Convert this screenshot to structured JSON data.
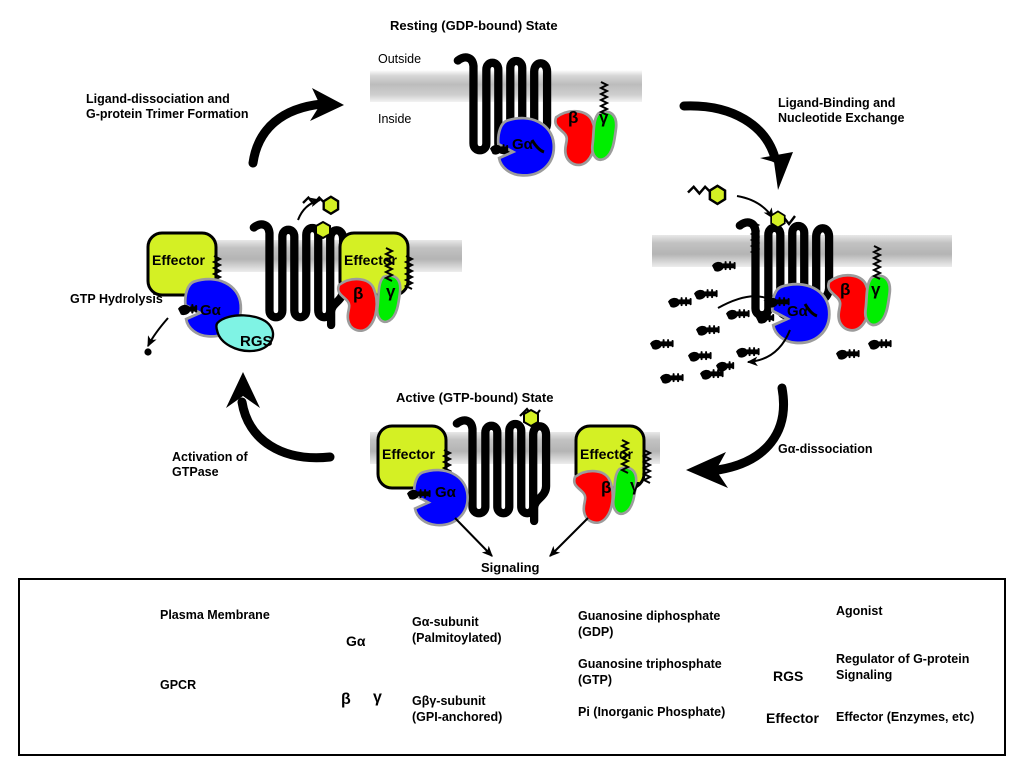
{
  "diagram": {
    "title_resting": "Resting (GDP-bound) State",
    "title_active": "Active (GTP-bound) State",
    "membrane_outside": "Outside",
    "membrane_inside": "Inside",
    "signaling": "Signaling",
    "steps": {
      "ligand_dissociation": "Ligand-dissociation and\nG-protein Trimer Formation",
      "ligand_binding": "Ligand-Binding and\nNucleotide Exchange",
      "ga_dissociation": "Gα-dissociation",
      "activation_gtpase": "Activation of\nGTPase",
      "gtp_hydrolysis": "GTP Hydrolysis"
    },
    "subunits": {
      "galpha": "Gα",
      "beta": "β",
      "gamma": "γ",
      "rgs": "RGS",
      "effector": "Effector"
    }
  },
  "legend": {
    "items": [
      {
        "key": "plasma-membrane",
        "label": "Plasma Membrane"
      },
      {
        "key": "gpcr",
        "label": "GPCR"
      },
      {
        "key": "galpha-subunit",
        "label": "Gα-subunit\n(Palmitoylated)"
      },
      {
        "key": "gbetagamma-subunit",
        "label": "Gβγ-subunit\n(GPI-anchored)"
      },
      {
        "key": "gdp",
        "label": "Guanosine diphosphate\n(GDP)"
      },
      {
        "key": "gtp",
        "label": "Guanosine triphosphate\n(GTP)"
      },
      {
        "key": "pi",
        "label": "Pi (Inorganic Phosphate)"
      },
      {
        "key": "agonist",
        "label": "Agonist"
      },
      {
        "key": "rgs",
        "label": "Regulator of G-protein\nSignaling"
      },
      {
        "key": "effector",
        "label": "Effector (Enzymes, etc)"
      }
    ]
  },
  "colors": {
    "galpha": "#0000ff",
    "beta": "#ff0000",
    "gamma": "#00ee00",
    "effector": "#d4f024",
    "agonist": "#d4f024",
    "rgs": "#7ff3e4",
    "membrane": "#bdbdbd",
    "outline": "#9c9c9c",
    "stroke": "#000000"
  }
}
